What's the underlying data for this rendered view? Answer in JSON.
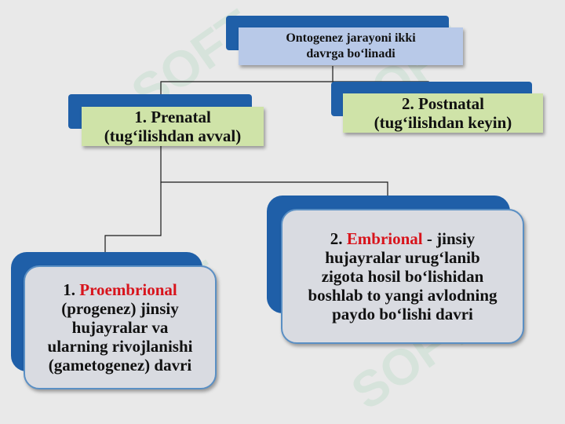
{
  "root": {
    "line1": "Ontogenez jarayoni ikki",
    "line2": "davrga bo‘linadi"
  },
  "prenatal": {
    "line1": "1. Prenatal",
    "line2": "(tug‘ilishdan avval)"
  },
  "postnatal": {
    "line1": "2. Postnatal",
    "line2": "(tug‘ilishdan keyin)"
  },
  "embrional": {
    "prefix": "2. ",
    "term": "Embrional",
    "rest": " - jinsiy",
    "lines": [
      "hujayralar urug‘lanib",
      "zigota hosil bo‘lishidan",
      "boshlab to yangi avlodning",
      "paydo bo‘lishi davri"
    ]
  },
  "proembrional": {
    "prefix": "1. ",
    "term": "Proembrional",
    "lines": [
      "(progenez) jinsiy",
      "hujayralar va",
      "ularning rivojlanishi",
      "(gametogenez) davri"
    ]
  },
  "colors": {
    "highlight": "#d8141c",
    "shadow_block": "#1f5fa8",
    "green_box": "#cfe3a8",
    "blue_box": "#b8c9e8"
  }
}
